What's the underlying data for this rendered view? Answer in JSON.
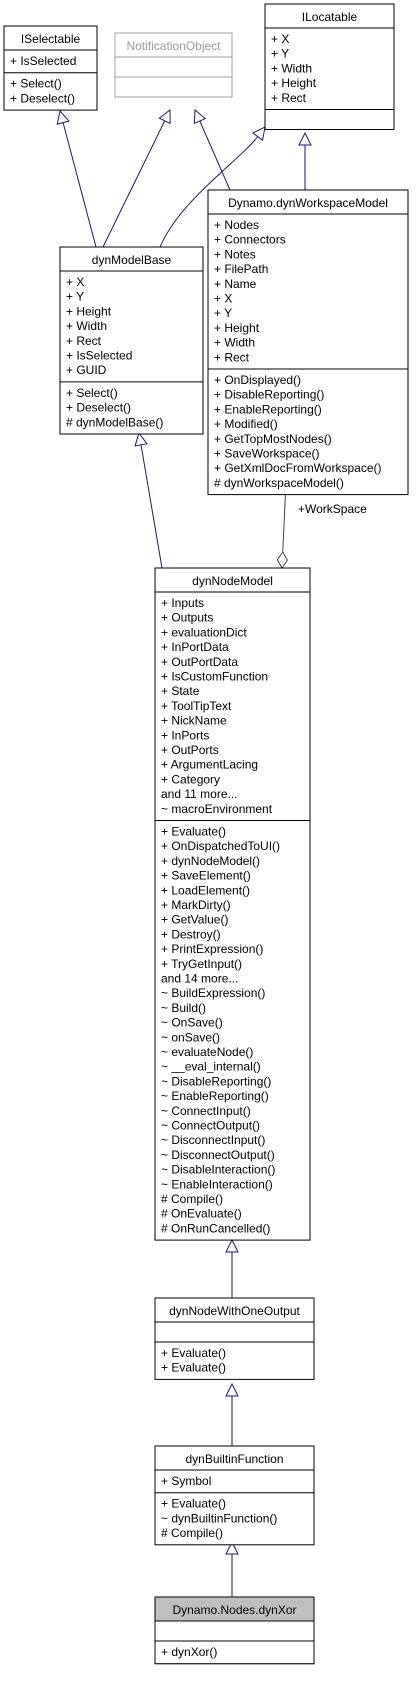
{
  "colors": {
    "edge": "#191970",
    "edge_assoc": "#404040",
    "box_border": "#000000",
    "box_border_grey": "#a0a0a0",
    "highlight_fill": "#bfbfbf",
    "text": "#000000",
    "text_grey": "#9a9a9a"
  },
  "classes": [
    {
      "id": "iselectable",
      "title": "ISelectable",
      "style": "normal",
      "attributes": [
        "+ IsSelected"
      ],
      "methods": [
        "+ Select()",
        "+ Deselect()"
      ]
    },
    {
      "id": "notification",
      "title": "NotificationObject",
      "style": "grey",
      "attributes": [],
      "methods": []
    },
    {
      "id": "ilocatable",
      "title": "ILocatable",
      "style": "normal",
      "attributes": [
        "+ X",
        "+ Y",
        "+ Width",
        "+ Height",
        "+ Rect"
      ],
      "methods": []
    },
    {
      "id": "workspace",
      "title": "Dynamo.dynWorkspaceModel",
      "style": "normal",
      "attributes": [
        "+ Nodes",
        "+ Connectors",
        "+ Notes",
        "+ FilePath",
        "+ Name",
        "+ X",
        "+ Y",
        "+ Height",
        "+ Width",
        "+ Rect"
      ],
      "methods": [
        "+ OnDisplayed()",
        "+ DisableReporting()",
        "+ EnableReporting()",
        "+ Modified()",
        "+ GetTopMostNodes()",
        "+ SaveWorkspace()",
        "+ GetXmlDocFromWorkspace()",
        "# dynWorkspaceModel()"
      ]
    },
    {
      "id": "modelbase",
      "title": "dynModelBase",
      "style": "normal",
      "attributes": [
        "+ X",
        "+ Y",
        "+ Height",
        "+ Width",
        "+ Rect",
        "+ IsSelected",
        "+ GUID"
      ],
      "methods": [
        "+ Select()",
        "+ Deselect()",
        "# dynModelBase()"
      ]
    },
    {
      "id": "nodemodel",
      "title": "dynNodeModel",
      "style": "normal",
      "attributes": [
        "+ Inputs",
        "+ Outputs",
        "+ evaluationDict",
        "+ InPortData",
        "+ OutPortData",
        "+ IsCustomFunction",
        "+ State",
        "+ ToolTipText",
        "+ NickName",
        "+ InPorts",
        "+ OutPorts",
        "+ ArgumentLacing",
        "+ Category",
        "and 11 more...",
        "~ macroEnvironment"
      ],
      "methods": [
        "+ Evaluate()",
        "+ OnDispatchedToUI()",
        "+ dynNodeModel()",
        "+ SaveElement()",
        "+ LoadElement()",
        "+ MarkDirty()",
        "+ GetValue()",
        "+ Destroy()",
        "+ PrintExpression()",
        "+ TryGetInput()",
        "and 14 more...",
        "~ BuildExpression()",
        "~ Build()",
        "~ OnSave()",
        "~ onSave()",
        "~ evaluateNode()",
        "~ __eval_internal()",
        "~ DisableReporting()",
        "~ EnableReporting()",
        "~ ConnectInput()",
        "~ ConnectOutput()",
        "~ DisconnectInput()",
        "~ DisconnectOutput()",
        "~ DisableInteraction()",
        "~ EnableInteraction()",
        "# Compile()",
        "# OnEvaluate()",
        "# OnRunCancelled()"
      ]
    },
    {
      "id": "oneoutput",
      "title": "dynNodeWithOneOutput",
      "style": "normal",
      "attributes": [],
      "methods": [
        "+ Evaluate()",
        "+ Evaluate()"
      ]
    },
    {
      "id": "builtin",
      "title": "dynBuiltinFunction",
      "style": "normal",
      "attributes": [
        "+ Symbol"
      ],
      "methods": [
        "+ Evaluate()",
        "~ dynBuiltinFunction()",
        "# Compile()"
      ]
    },
    {
      "id": "dynxor",
      "title": "Dynamo.Nodes.dynXor",
      "style": "highlight",
      "attributes": [],
      "methods": [
        "+ dynXor()"
      ]
    }
  ],
  "relations": [
    {
      "from": "modelbase",
      "to": "iselectable",
      "kind": "inherit"
    },
    {
      "from": "modelbase",
      "to": "notification",
      "kind": "inherit"
    },
    {
      "from": "modelbase",
      "to": "ilocatable",
      "kind": "inherit"
    },
    {
      "from": "workspace",
      "to": "notification",
      "kind": "inherit"
    },
    {
      "from": "workspace",
      "to": "ilocatable",
      "kind": "inherit"
    },
    {
      "from": "nodemodel",
      "to": "modelbase",
      "kind": "inherit"
    },
    {
      "from": "nodemodel",
      "to": "workspace",
      "kind": "association",
      "label": "+WorkSpace"
    },
    {
      "from": "oneoutput",
      "to": "nodemodel",
      "kind": "inherit"
    },
    {
      "from": "builtin",
      "to": "oneoutput",
      "kind": "inherit"
    },
    {
      "from": "dynxor",
      "to": "builtin",
      "kind": "inherit"
    }
  ]
}
